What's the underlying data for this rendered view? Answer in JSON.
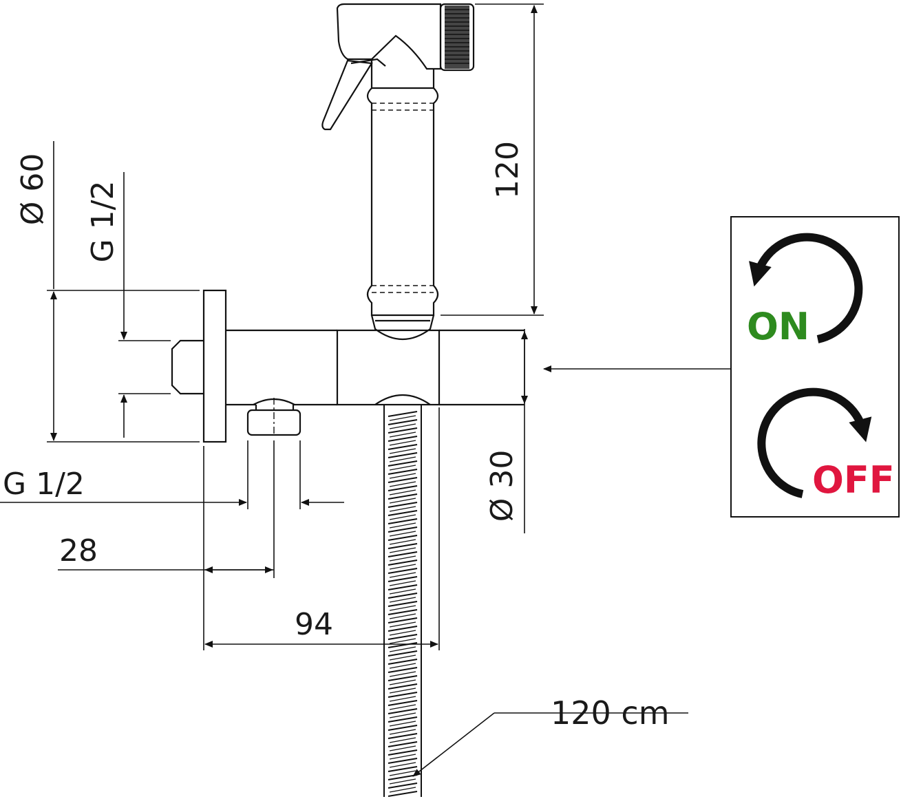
{
  "dimensions": {
    "handset_height": "120",
    "rosette_diameter": "Ø 60",
    "inlet_thread": "G 1/2",
    "outlet_thread": "G 1/2",
    "body_diameter": "Ø 30",
    "outlet_offset": "28",
    "projection": "94",
    "hose_length": "120 cm"
  },
  "legend": {
    "on_label": "ON",
    "off_label": "OFF",
    "on_color": "#2e8b1f",
    "off_color": "#e0163f",
    "on_icon": "counterclockwise-arrow-icon",
    "off_icon": "clockwise-arrow-icon"
  }
}
